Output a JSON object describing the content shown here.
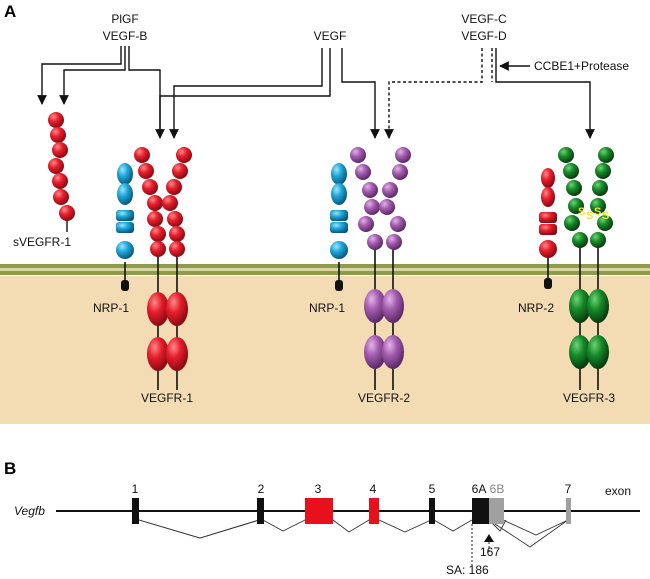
{
  "panel_a": {
    "letter": "A",
    "ligands": {
      "plgf": "PlGF",
      "vegf_b": "VEGF-B",
      "vegf": "VEGF",
      "vegf_c": "VEGF-C",
      "vegf_d": "VEGF-D",
      "protease": "CCBE1+Protease"
    },
    "receptors": {
      "svegfr1": "sVEGFR-1",
      "vegfr1": "VEGFR-1",
      "vegfr2": "VEGFR-2",
      "vegfr3": "VEGFR-3",
      "nrp1_a": "NRP-1",
      "nrp1_b": "NRP-1",
      "nrp2": "NRP-2"
    },
    "disulfide": "S",
    "colors": {
      "vegfr1": "#e01e2e",
      "vegfr2": "#a560b0",
      "vegfr3": "#147a22",
      "nrp": "#1ea6d8",
      "membrane": "#8f9b4a",
      "cytoplasm": "#f3dcb4",
      "disulfide": "#f0e62a"
    }
  },
  "panel_b": {
    "letter": "B",
    "gene": "Vegfb",
    "exon_word": "exon",
    "exons": [
      "1",
      "2",
      "3",
      "4",
      "5",
      "6A",
      "6B",
      "7"
    ],
    "splice_167": "167",
    "splice_186": "SA: 186",
    "colors": {
      "coding": "#111111",
      "highlight": "#e8101a",
      "alt": "#a0a0a0"
    }
  }
}
